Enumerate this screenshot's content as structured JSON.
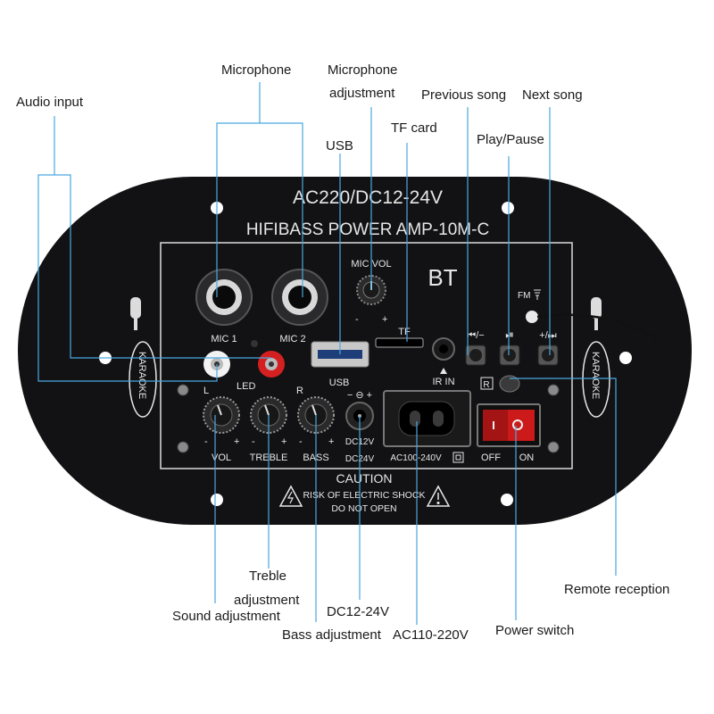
{
  "callouts": {
    "audio_input": "Audio input",
    "microphone": "Microphone",
    "microphone_adjustment_line1": "Microphone",
    "microphone_adjustment_line2": "adjustment",
    "usb": "USB",
    "tf_card": "TF card",
    "previous_song": "Previous song",
    "next_song": "Next song",
    "play_pause": "Play/Pause",
    "treble_adjustment_line1": "Treble",
    "treble_adjustment_line2": "adjustment",
    "sound_adjustment": "Sound adjustment",
    "dc12_24v": "DC12-24V",
    "bass_adjustment": "Bass adjustment",
    "ac110_220v": "AC110-220V",
    "power_switch": "Power switch",
    "remote_reception": "Remote reception"
  },
  "panel": {
    "title": "AC220/DC12-24V",
    "model": "HIFIBASS POWER AMP-10M-C",
    "bt": "BT",
    "karaoke_left": "KARAOKE",
    "karaoke_right": "KARAOKE",
    "mic_vol": "MIC VOL",
    "mic_vol_minus": "-",
    "mic_vol_plus": "+",
    "mic1": "MIC 1",
    "mic2": "MIC 2",
    "led": "LED",
    "l": "L",
    "r": "R",
    "usb": "USB",
    "tf": "TF",
    "ir_in": "IR IN",
    "fm": "FM",
    "prev_btn": "⏮/−",
    "play_btn": "⏯",
    "next_btn": "+/⏭",
    "r_badge": "R",
    "vol": "VOL",
    "treble": "TREBLE",
    "bass": "BASS",
    "knob_minus": "-",
    "knob_plus": "+",
    "dc_polarity": "− ⊖ +",
    "dc12v": "DC12V",
    "dc24v": "DC24V",
    "ac_range": "AC100-240V",
    "off": "OFF",
    "on": "ON",
    "caution": "CAUTION",
    "caution_line1": "RISK OF ELECTRIC SHOCK",
    "caution_line2": "DO NOT OPEN"
  },
  "colors": {
    "panel": "#121214",
    "line": "#4aa8e0",
    "text": "#1a1a1a",
    "rca_white": "#f2f2f2",
    "rca_red": "#d42020",
    "switch_rocker": "#cc1a1a"
  }
}
